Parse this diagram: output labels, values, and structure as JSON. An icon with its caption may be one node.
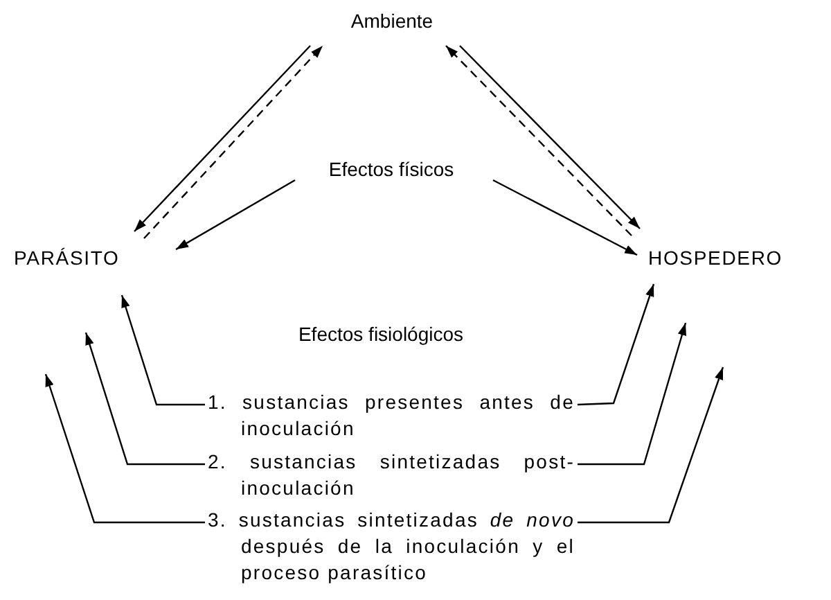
{
  "diagram": {
    "nodes": [
      {
        "text": [
          "Ambiente"
        ]
      },
      {
        "text": [
          "Efectos físicos"
        ]
      },
      {
        "text": [
          "PARÁSITO"
        ]
      },
      {
        "text": [
          "HOSPEDERO"
        ]
      },
      {
        "text": [
          "1. sustancias presentes antes de inoculación"
        ]
      },
      {
        "text": [
          "2. sustancias sintetizadas post-inoculación"
        ]
      },
      {
        "text": [
          "3. sustancias sintetizadas *de novo* después de la inoculación y el proceso parasítico"
        ]
      }
    ],
    "edges": [
      {
        "from": 0,
        "to": 2,
        "arrow": "to"
      },
      {
        "from": 2,
        "to": 0,
        "arrow": "to",
        "style": "dashed"
      },
      {
        "from": 0,
        "to": 3,
        "arrow": "to"
      },
      {
        "from": 3,
        "to": 0,
        "arrow": "to",
        "style": "dashed"
      },
      {
        "from": 1,
        "to": 2,
        "arrow": "to"
      },
      {
        "from": 1,
        "to": 3,
        "arrow": "to"
      },
      {
        "from": 4,
        "to": 2,
        "arrow": "to"
      },
      {
        "from": 5,
        "to": 2,
        "arrow": "to"
      },
      {
        "from": 6,
        "to": 2,
        "arrow": "to"
      },
      {
        "from": 4,
        "to": 3,
        "arrow": "to"
      },
      {
        "from": 5,
        "to": 3,
        "arrow": "to"
      },
      {
        "from": 6,
        "to": 3,
        "arrow": "to"
      }
    ],
    "labels": [
      "Efectos fisiológicos"
    ]
  }
}
